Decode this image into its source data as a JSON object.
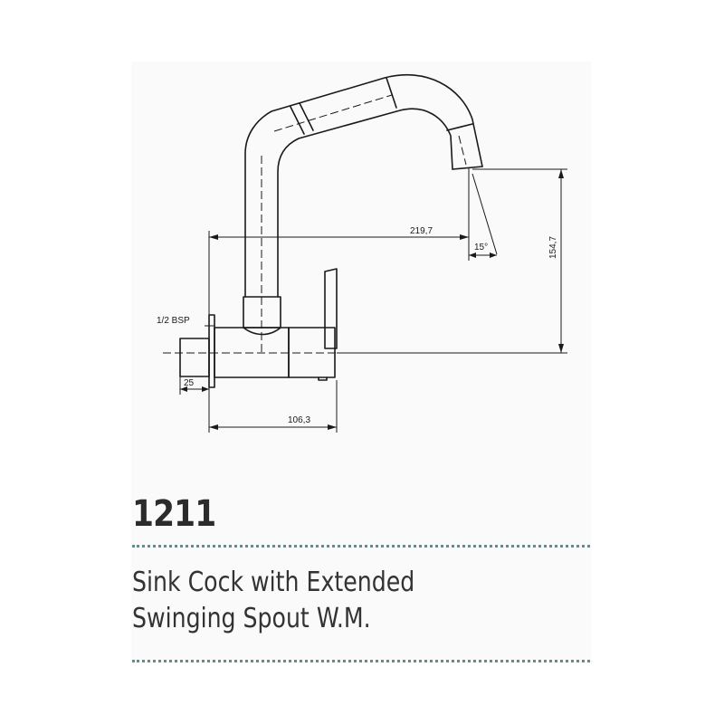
{
  "product": {
    "code": "1211",
    "name_line1": "Sink Cock with Extended",
    "name_line2": "Swinging Spout W.M."
  },
  "dimensions": {
    "spout_reach": "219,7",
    "spout_height": "154,7",
    "spout_angle": "15°",
    "thread": "1/2 BSP",
    "thread_length": "25",
    "body_depth": "106,3"
  },
  "colors": {
    "line": "#1a1a1a",
    "divider": "#5f8f90",
    "panel": "#fafafa"
  }
}
